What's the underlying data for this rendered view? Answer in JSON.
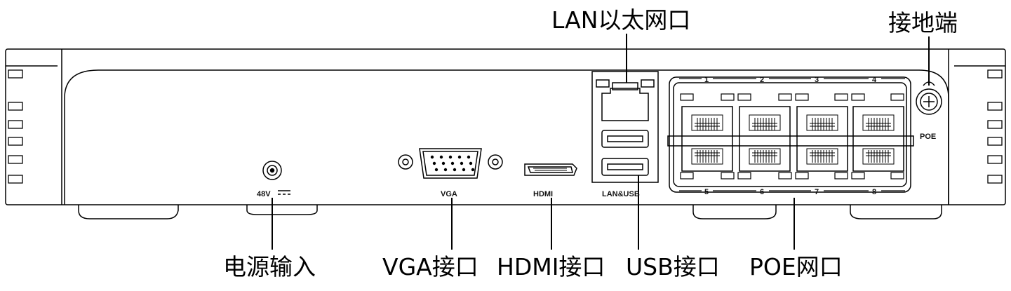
{
  "callouts": {
    "lan": "LAN以太网口",
    "ground": "接地端",
    "power": "电源输入",
    "vga": "VGA接口",
    "hdmi": "HDMI接口",
    "usb": "USB接口",
    "poe": "POE网口"
  },
  "panel_labels": {
    "power": "48V",
    "vga": "VGA",
    "hdmi": "HDMI",
    "lan_usb": "LAN&USB",
    "poe": "POE"
  },
  "poe_ports_top": [
    "1",
    "2",
    "3",
    "4"
  ],
  "poe_ports_bottom": [
    "5",
    "6",
    "7",
    "8"
  ],
  "colors": {
    "line": "#000000",
    "background": "#ffffff"
  }
}
